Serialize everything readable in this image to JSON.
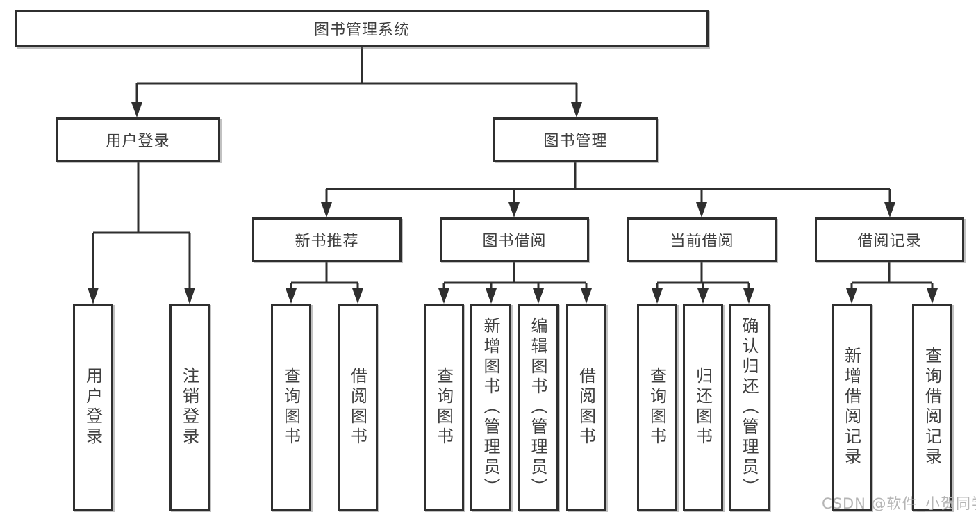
{
  "tree": {
    "root": {
      "label": "图书管理系统"
    },
    "children": [
      {
        "label": "用户登录",
        "children": [
          {
            "label": "用户登录"
          },
          {
            "label": "注销登录"
          }
        ]
      },
      {
        "label": "图书管理",
        "children": [
          {
            "label": "新书推荐",
            "children": [
              {
                "label": "查询图书"
              },
              {
                "label": "借阅图书"
              }
            ]
          },
          {
            "label": "图书借阅",
            "children": [
              {
                "label": "查询图书"
              },
              {
                "label": "新增图书（管理员）"
              },
              {
                "label": "编辑图书（管理员）"
              },
              {
                "label": "借阅图书"
              }
            ]
          },
          {
            "label": "当前借阅",
            "children": [
              {
                "label": "查询图书"
              },
              {
                "label": "归还图书"
              },
              {
                "label": "确认归还（管理员）"
              }
            ]
          },
          {
            "label": "借阅记录",
            "children": [
              {
                "label": "新增借阅记录"
              },
              {
                "label": "查询借阅记录"
              }
            ]
          }
        ]
      }
    ]
  },
  "watermark": "CSDN @软件_小贺同学",
  "colors": {
    "line": "#2f2f2f",
    "text": "#3f3f3f",
    "watermark": "#b5b5b5",
    "background": "#ffffff"
  }
}
